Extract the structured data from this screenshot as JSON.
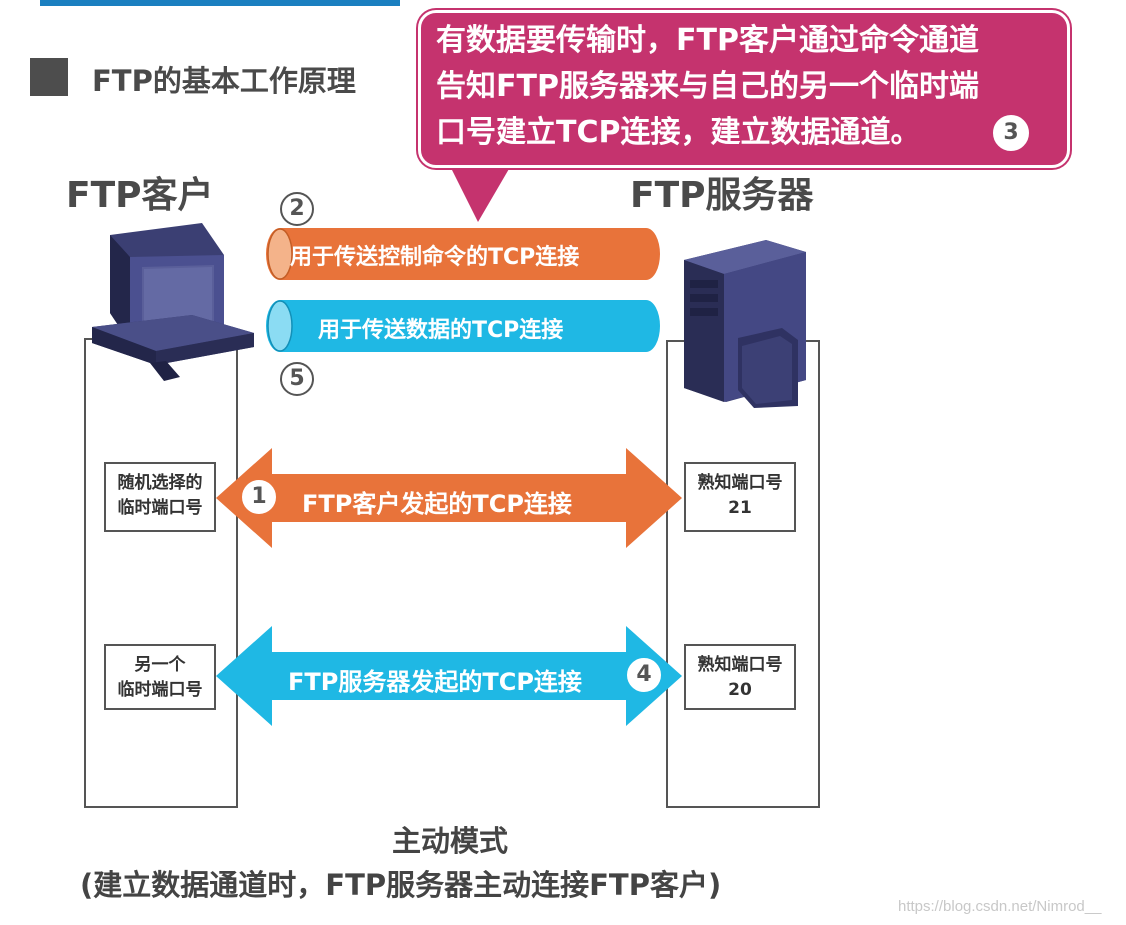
{
  "section": {
    "title": "FTP的基本工作原理"
  },
  "client": {
    "label": "FTP客户",
    "port1": [
      "随机选择的",
      "临时端口号"
    ],
    "port2": [
      "另一个",
      "临时端口号"
    ]
  },
  "server": {
    "label": "FTP服务器",
    "port1": [
      "熟知端口号",
      "21"
    ],
    "port2": [
      "熟知端口号",
      "20"
    ]
  },
  "callout": {
    "lines": [
      "有数据要传输时，FTP客户通过命令通道",
      "告知FTP服务器来与自己的另一个临时端",
      "口号建立TCP连接，建立数据通道。"
    ],
    "step": "3"
  },
  "pipes": {
    "control": {
      "label": "用于传送控制命令的TCP连接",
      "step": "2",
      "color": "#e8733a"
    },
    "data": {
      "label": "用于传送数据的TCP连接",
      "step": "5",
      "color": "#1fb8e4"
    }
  },
  "arrows": {
    "client_initiated": {
      "label": "FTP客户发起的TCP连接",
      "step": "1",
      "color": "#e8733a"
    },
    "server_initiated": {
      "label": "FTP服务器发起的TCP连接",
      "step": "4",
      "color": "#1fb8e4"
    }
  },
  "caption": {
    "line1": "主动模式",
    "line2": "(建立数据通道时，FTP服务器主动连接FTP客户)"
  },
  "watermark": "https://blog.csdn.net/Nimrod__",
  "colors": {
    "callout": "#c5336e",
    "orange": "#e8733a",
    "cyan": "#1fb8e4"
  }
}
